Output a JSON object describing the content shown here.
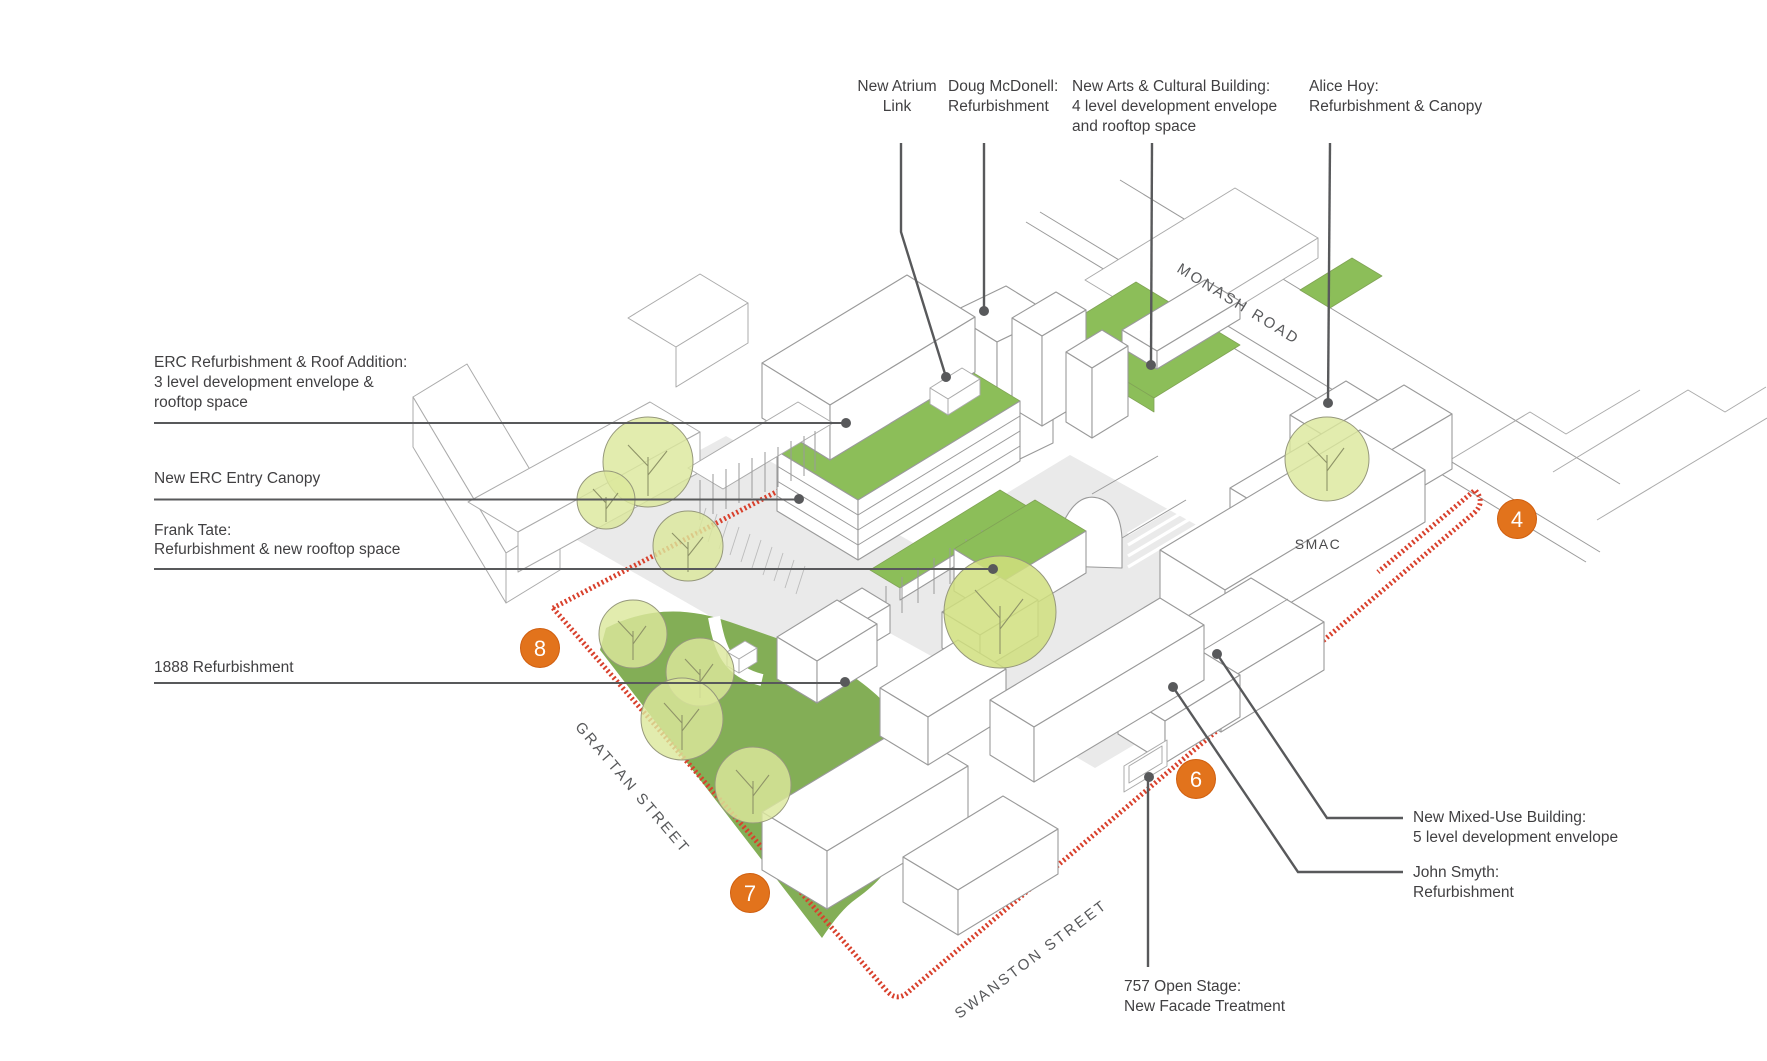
{
  "callouts": {
    "new_atrium_link": {
      "lines": [
        "New Atrium",
        "Link"
      ]
    },
    "doug_mcdonell": {
      "lines": [
        "Doug McDonell:",
        "Refurbishment"
      ]
    },
    "new_arts_cultural": {
      "lines": [
        "New Arts & Cultural Building:",
        "4 level development envelope",
        "and rooftop space"
      ]
    },
    "alice_hoy": {
      "lines": [
        "Alice Hoy:",
        "Refurbishment & Canopy"
      ]
    },
    "erc_refurbishment": {
      "lines": [
        "ERC Refurbishment & Roof Addition:",
        "3 level development envelope &",
        "rooftop space"
      ]
    },
    "new_erc_entry_canopy": {
      "lines": [
        "New ERC Entry Canopy"
      ]
    },
    "frank_tate": {
      "lines": [
        "Frank Tate:",
        "Refurbishment & new rooftop space"
      ]
    },
    "refurbishment_1888": {
      "lines": [
        "1888 Refurbishment"
      ]
    },
    "new_mixed_use": {
      "lines": [
        "New Mixed-Use Building:",
        "5 level development envelope"
      ]
    },
    "john_smyth": {
      "lines": [
        "John Smyth:",
        "Refurbishment"
      ]
    },
    "open_stage_757": {
      "lines": [
        "757 Open Stage:",
        "New Facade Treatment"
      ]
    }
  },
  "streets": {
    "monash_road": "MONASH ROAD",
    "grattan_street": "GRATTAN STREET",
    "swanston_street": "SWANSTON STREET"
  },
  "building_text": {
    "smac": "SMAC"
  },
  "badges": [
    {
      "number": "8"
    },
    {
      "number": "7"
    },
    {
      "number": "6"
    },
    {
      "number": "4"
    }
  ],
  "colors": {
    "badge_orange": "#e2731c",
    "boundary_red": "#d8402c",
    "roof_green": "#8cbe59",
    "lawn_green": "#83ae56",
    "tree_green": "#dce89c",
    "ground_gray": "#eaeaea",
    "outline_gray": "#9a9a9a",
    "label_text": "#414042",
    "street_text": "#58595b"
  }
}
